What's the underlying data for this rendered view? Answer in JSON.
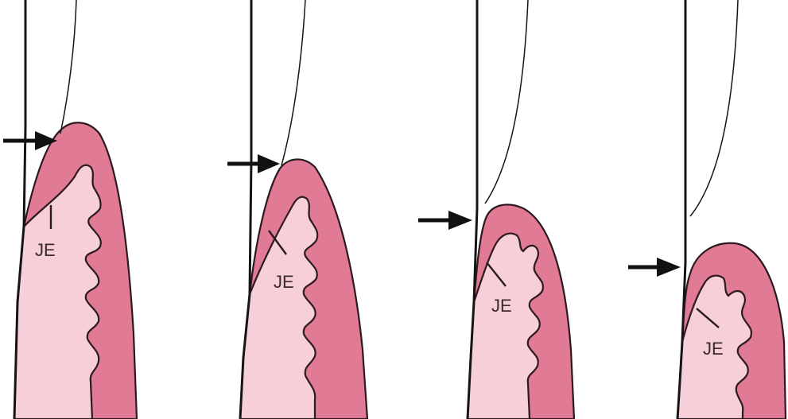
{
  "panels": [
    {
      "label": "JE"
    },
    {
      "label": "JE"
    },
    {
      "label": "JE"
    },
    {
      "label": "JE"
    }
  ],
  "colors": {
    "gingiva_outer": "#e07a95",
    "gingiva_inner": "#f6cfd8",
    "outline": "#2b1a1e",
    "tooth_line": "#151515",
    "arrow": "#111111"
  }
}
